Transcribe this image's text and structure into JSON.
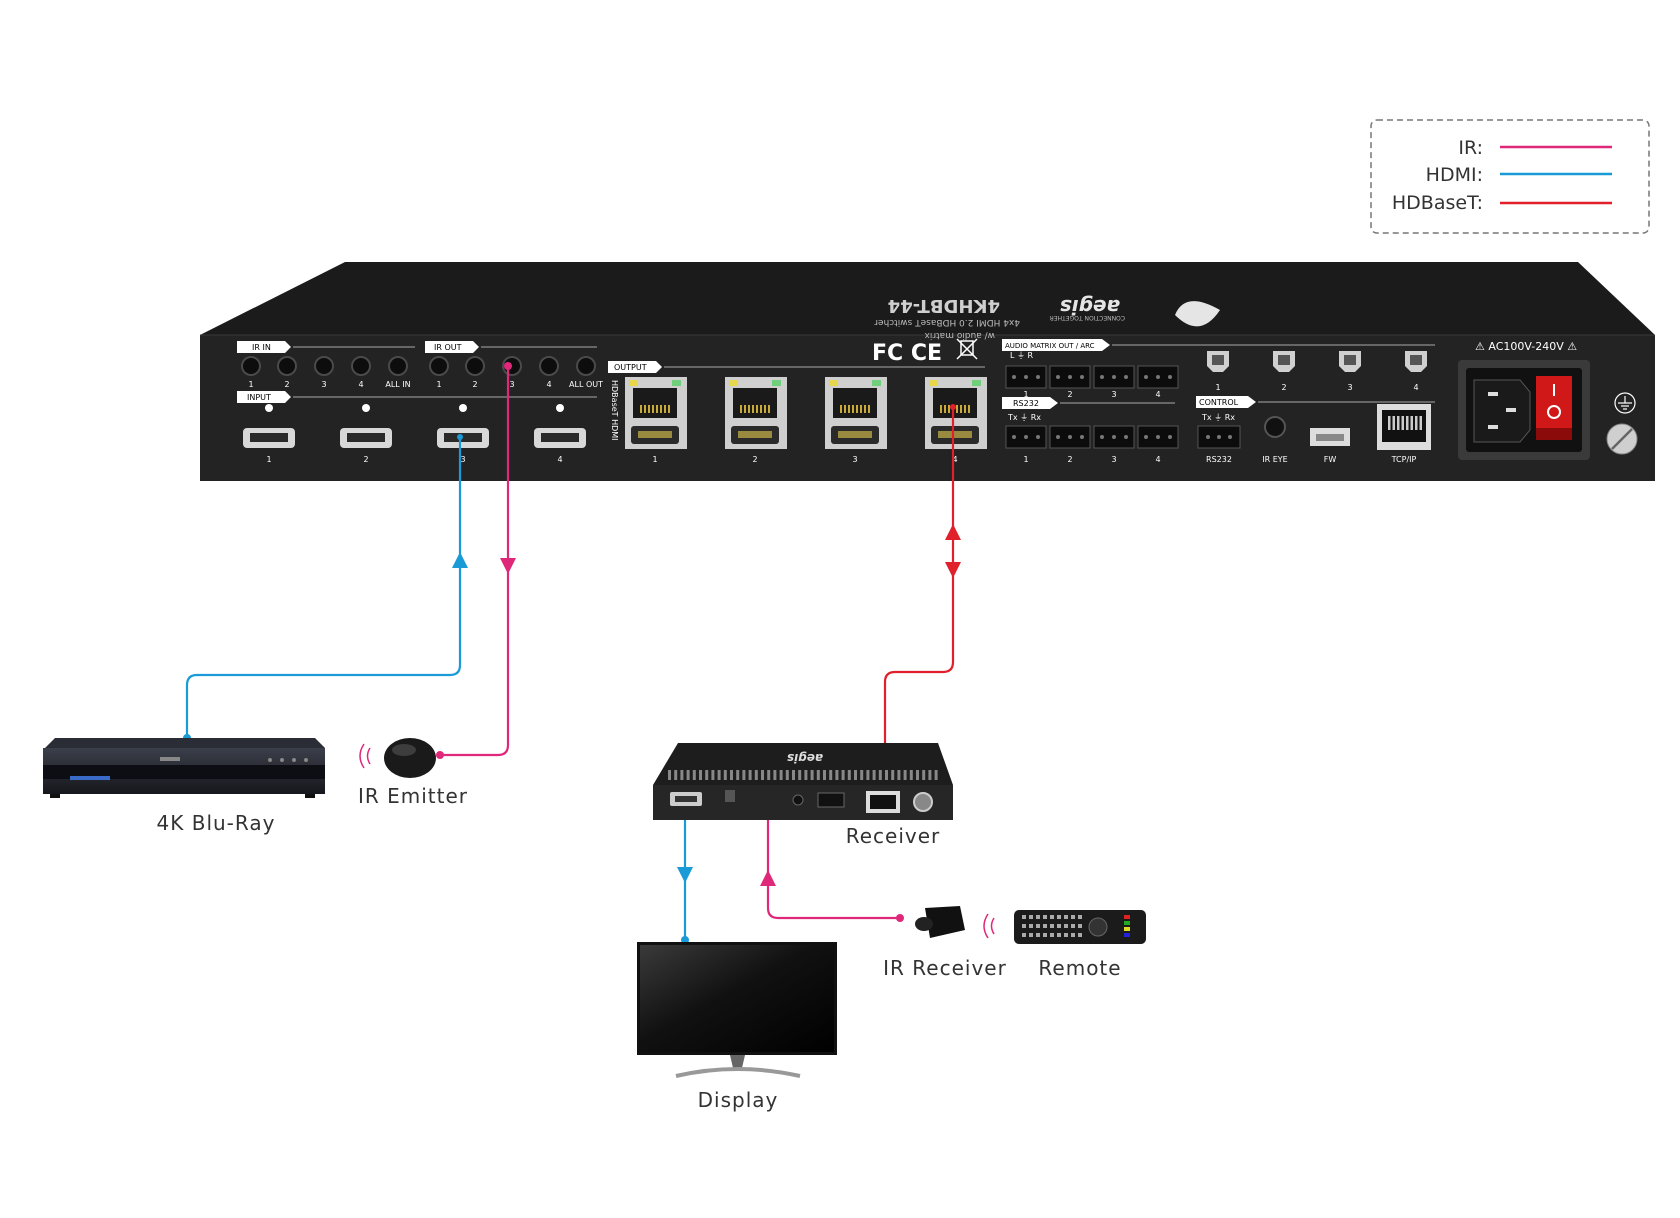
{
  "legend": {
    "items": [
      {
        "label": "IR:",
        "color": "#e0287a"
      },
      {
        "label": "HDMI:",
        "color": "#1a9ad6"
      },
      {
        "label": "HDBaseT:",
        "color": "#e0202a"
      }
    ]
  },
  "matrix": {
    "model": "4KHDBT-44",
    "subtitle_1": "4x4 HDMI 2.0 HDBaseT switcher",
    "subtitle_2": "w/ audio matrix",
    "brand": "aegis",
    "tagline": "CONNECTION TOGETHER",
    "ir_in_label": "IR IN",
    "ir_in_ports": [
      "1",
      "2",
      "3",
      "4",
      "ALL IN"
    ],
    "ir_out_label": "IR OUT",
    "ir_out_ports": [
      "1",
      "2",
      "3",
      "4",
      "ALL OUT"
    ],
    "input_label": "INPUT",
    "input_ports": [
      "1",
      "2",
      "3",
      "4"
    ],
    "output_label": "OUTPUT",
    "output_side_label": "HDBaseT  HDMI",
    "output_ports": [
      "1",
      "2",
      "3",
      "4"
    ],
    "audio_label": "AUDIO MATRIX OUT / ARC",
    "audio_lr": "L  ⏚  R",
    "audio_ports": [
      "1",
      "2",
      "3",
      "4"
    ],
    "rs232_label": "RS232",
    "rs232_txrx": "Tx  ⏚  Rx",
    "rs232_ports": [
      "1",
      "2",
      "3",
      "4"
    ],
    "optical_ports": [
      "1",
      "2",
      "3",
      "4"
    ],
    "control_label": "CONTROL",
    "control_txrx": "Tx  ⏚  Rx",
    "control_ports": [
      "RS232",
      "IR EYE",
      "FW",
      "TCP/IP"
    ],
    "certs": "FC  CE",
    "power_label": "⚠ AC100V-240V ⚠"
  },
  "devices": {
    "bluray": "4K Blu-Ray",
    "ir_emitter": "IR Emitter",
    "receiver": "Receiver",
    "ir_receiver": "IR Receiver",
    "remote": "Remote",
    "display": "Display"
  }
}
